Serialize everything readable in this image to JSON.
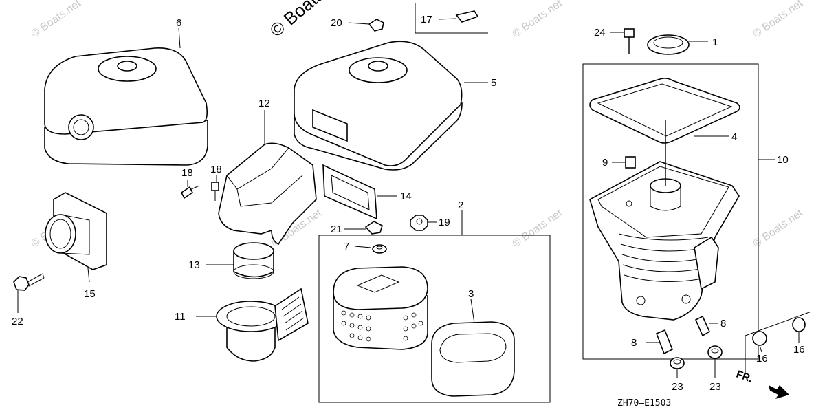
{
  "parts": [
    {
      "id": "p1",
      "label": "1"
    },
    {
      "id": "p2",
      "label": "2"
    },
    {
      "id": "p3",
      "label": "3"
    },
    {
      "id": "p4",
      "label": "4"
    },
    {
      "id": "p5",
      "label": "5"
    },
    {
      "id": "p6",
      "label": "6"
    },
    {
      "id": "p7",
      "label": "7"
    },
    {
      "id": "p8a",
      "label": "8"
    },
    {
      "id": "p8b",
      "label": "8"
    },
    {
      "id": "p9",
      "label": "9"
    },
    {
      "id": "p10",
      "label": "10"
    },
    {
      "id": "p11",
      "label": "11"
    },
    {
      "id": "p12",
      "label": "12"
    },
    {
      "id": "p13",
      "label": "13"
    },
    {
      "id": "p14",
      "label": "14"
    },
    {
      "id": "p15",
      "label": "15"
    },
    {
      "id": "p16a",
      "label": "16"
    },
    {
      "id": "p16b",
      "label": "16"
    },
    {
      "id": "p17",
      "label": "17"
    },
    {
      "id": "p18a",
      "label": "18"
    },
    {
      "id": "p18b",
      "label": "18"
    },
    {
      "id": "p19",
      "label": "19"
    },
    {
      "id": "p20",
      "label": "20"
    },
    {
      "id": "p21",
      "label": "21"
    },
    {
      "id": "p22",
      "label": "22"
    },
    {
      "id": "p23a",
      "label": "23"
    },
    {
      "id": "p23b",
      "label": "23"
    },
    {
      "id": "p24",
      "label": "24"
    }
  ],
  "watermark": "© Boats.net",
  "direction_label": "FR.",
  "diagram_code": "ZH70–E1503"
}
